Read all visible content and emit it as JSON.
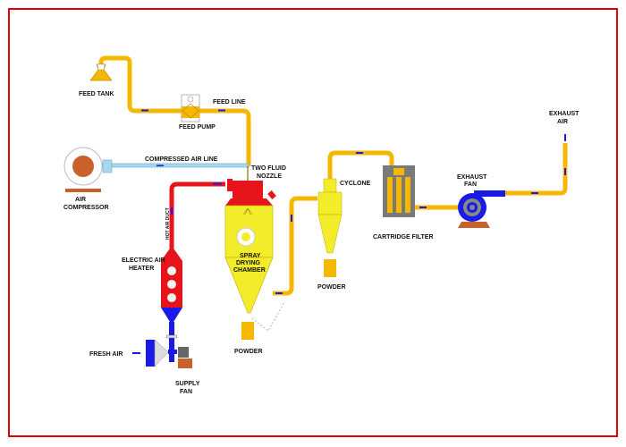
{
  "title": "Spray Drying Process Flow Diagram",
  "colors": {
    "border": "#e00000",
    "feed_line": "#f5b800",
    "air_line": "#a8d8ef",
    "hot_air": "#e8141c",
    "cold_air": "#1a1ae6",
    "chamber": "#f2ec2a",
    "arrow": "#1a1ae6",
    "motor": "#c8622a",
    "filter_body": "#7a7a7a"
  },
  "labels": {
    "feed_tank": "FEED TANK",
    "feed_pump": "FEED PUMP",
    "feed_line": "FEED LINE",
    "compressed_air_line": "COMPRESSED AIR LINE",
    "air_compressor_1": "AIR",
    "air_compressor_2": "COMPRESSOR",
    "two_fluid_nozzle_1": "TWO FLUID",
    "two_fluid_nozzle_2": "NOZZLE",
    "hot_air_duct": "HOT AIR DUCT",
    "electric_air_heater_1": "ELECTRIC AIR",
    "electric_air_heater_2": "HEATER",
    "spray_drying_chamber_1": "SPRAY",
    "spray_drying_chamber_2": "DRYING",
    "spray_drying_chamber_3": "CHAMBER",
    "powder_chamber": "POWDER",
    "fresh_air": "FRESH AIR",
    "supply_fan_1": "SUPPLY",
    "supply_fan_2": "FAN",
    "cyclone": "CYCLONE",
    "powder_cyclone": "POWDER",
    "cartridge_filter": "CARTRIDGE FILTER",
    "exhaust_fan_1": "EXHAUST",
    "exhaust_fan_2": "FAN",
    "exhaust_air_1": "EXHAUST",
    "exhaust_air_2": "AIR"
  }
}
